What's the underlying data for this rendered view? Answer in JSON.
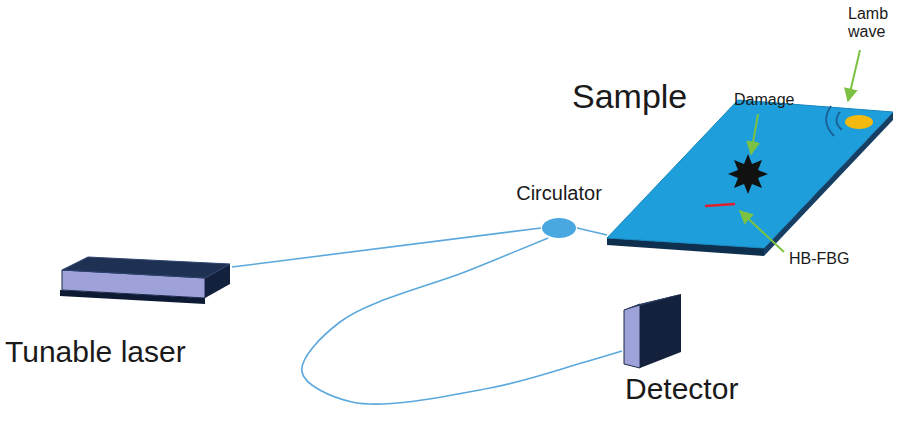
{
  "diagram": {
    "nodes": [
      {
        "text": [
          "Tunable laser"
        ]
      },
      {
        "text": [
          "Circulator"
        ]
      },
      {
        "text": [
          "Sample"
        ]
      },
      {
        "text": [
          "Detector"
        ]
      }
    ],
    "edges": [
      {
        "from": 0,
        "to": 1,
        "arrow": "none"
      },
      {
        "from": 1,
        "to": 2,
        "arrow": "none"
      },
      {
        "from": 1,
        "to": 3,
        "arrow": "none"
      }
    ],
    "labels": [
      "Lamb wave",
      "Damage",
      "HB-FBG"
    ]
  }
}
